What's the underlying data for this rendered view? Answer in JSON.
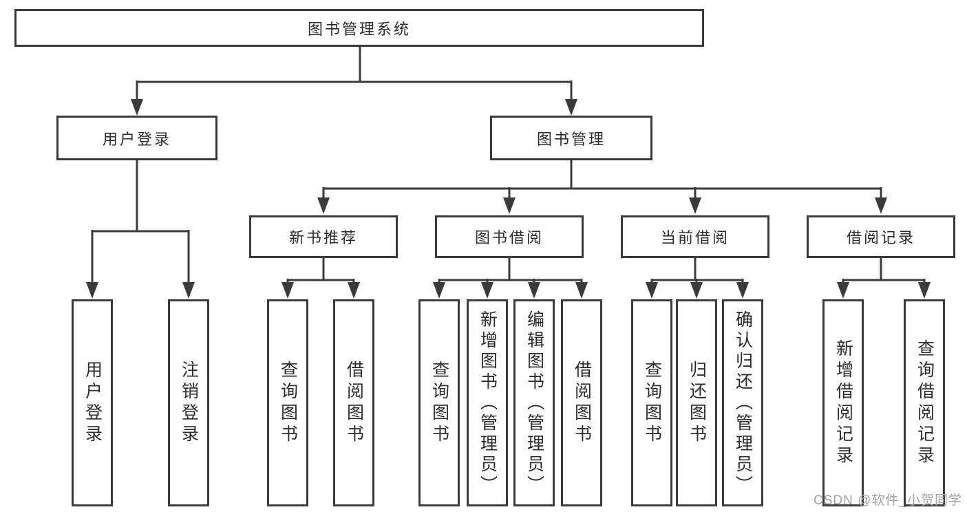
{
  "diagram": {
    "title_node": "图书管理系统",
    "level2": {
      "user_login": "用户登录",
      "book_mgmt": "图书管理"
    },
    "level3": {
      "new_book_rec": "新书推荐",
      "book_borrow": "图书借阅",
      "current_borrow": "当前借阅",
      "borrow_record": "借阅记录"
    },
    "leaves": {
      "user_login": [
        "用户登录",
        "注销登录"
      ],
      "new_book_rec": [
        "查询图书",
        "借阅图书"
      ],
      "book_borrow": [
        "查询图书",
        "新增图书（管理员）",
        "编辑图书（管理员）",
        "借阅图书"
      ],
      "current_borrow": [
        "查询图书",
        "归还图书",
        "确认归还（管理员）"
      ],
      "borrow_record": [
        "新增借阅记录",
        "查询借阅记录"
      ]
    }
  },
  "watermark": "CSDN @软件_小贺同学",
  "colors": {
    "line": "#3b3b3b",
    "box_border": "#3b3b3b",
    "text": "#2d2d2d",
    "background": "#ffffff",
    "watermark": "#a2a2a6"
  }
}
